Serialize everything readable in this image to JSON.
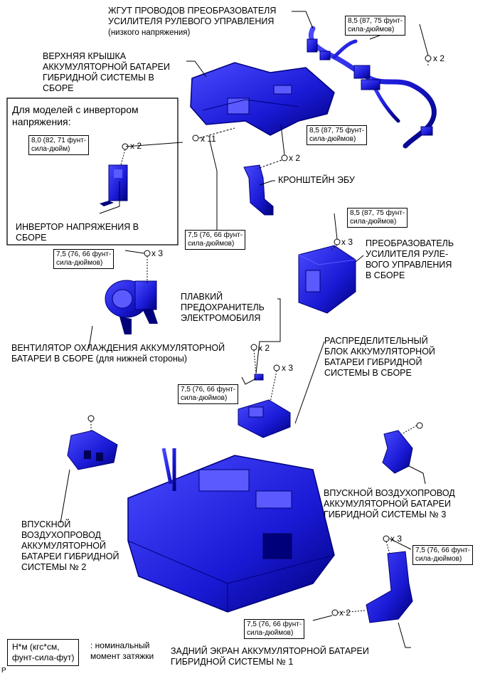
{
  "labels": {
    "harness": "ЖГУТ ПРОВОДОВ ПРЕОБРАЗОВАТЕЛЯ\nУСИЛИТЕЛЯ РУЛЕВОГО УПРАВЛЕНИЯ",
    "harness_sub": "(низкого напряжения)",
    "upper_cover": "ВЕРХНЯЯ КРЫШКА\nАККУМУЛЯТОРНОЙ БАТАРЕИ\nГИБРИДНОЙ СИСТЕМЫ В\nСБОРЕ",
    "inverter_models": "Для моделей с инвертором\nнапряжения:",
    "inverter": "ИНВЕРТОР НАПРЯЖЕНИЯ В\nСБОРЕ",
    "ecu_bracket": "КРОНШТЕЙН ЭБУ",
    "eps_converter": "ПРЕОБРАЗОВАТЕЛЬ\nУСИЛИТЕЛЯ РУЛЕ-\nВОГО УПРАВЛЕНИЯ\nВ СБОРЕ",
    "fan": "ВЕНТИЛЯТОР ОХЛАЖДЕНИЯ АККУМУЛЯТОРНОЙ\nБАТАРЕИ В СБОРЕ (для нижней стороны)",
    "fuse": "ПЛАВКИЙ\nПРЕДОХРАНИТЕЛЬ\nЭЛЕКТРОМОБИЛЯ",
    "junction_block": "РАСПРЕДЕЛИТЕЛЬНЫЙ\nБЛОК АККУМУЛЯТОРНОЙ\nБАТАРЕИ ГИБРИДНОЙ\nСИСТЕМЫ В СБОРЕ",
    "duct2": "ВПУСКНОЙ\nВОЗДУХОПРОВОД\nАККУМУЛЯТОРНОЙ\nБАТАРЕИ ГИБРИДНОЙ\nСИСТЕМЫ № 2",
    "duct3": "ВПУСКНОЙ ВОЗДУХОПРОВОД\nАККУМУЛЯТОРНОЙ БАТАРЕИ\nГИБРИДНОЙ СИСТЕМЫ № 3",
    "rear_shield": "ЗАДНИЙ ЭКРАН АККУМУЛЯТОРНОЙ БАТАРЕИ\nГИБРИДНОЙ СИСТЕМЫ № 1",
    "legend_box": "Н*м (кгс*см,\nфунт-сила-фут)",
    "legend_text": ": номинальный\nмомент затяжки",
    "corner": "P"
  },
  "torques": {
    "t_harness": "8,5 (87, 75 фунт-\nсила-дюймов)",
    "t_inverter": "8,0 (82, 71 фунт-\nсила-дюйм)",
    "t_bracket": "8,5 (87, 75 фунт-\nсила-дюймов)",
    "t_cover": "7,5 (76, 66 фунт-\nсила-дюймов)",
    "t_eps": "8,5 (87, 75 фунт-\nсила-дюймов)",
    "t_fan": "7,5 (76, 66 фунт-\nсила-дюймов)",
    "t_junction": "7,5 (76, 66 фунт-\nсила-дюймов)",
    "t_shield_top": "7,5 (76, 66 фунт-\nсила-дюймов)",
    "t_shield_bottom": "7,5 (76, 66 фунт-\nсила-дюймов)"
  },
  "counts": {
    "c_harness": "x 2",
    "c_inverter": "x 2",
    "c_cover": "x 11",
    "c_bracket": "x 2",
    "c_eps": "x 3",
    "c_fan": "x 3",
    "c_fuse": "x 2",
    "c_junction": "x 3",
    "c_shield_top": "x 3",
    "c_shield_bottom": "x 2"
  },
  "colors": {
    "part_fill": "#1a1ad6",
    "part_dark": "#00007a",
    "part_light": "#5a5aff"
  }
}
